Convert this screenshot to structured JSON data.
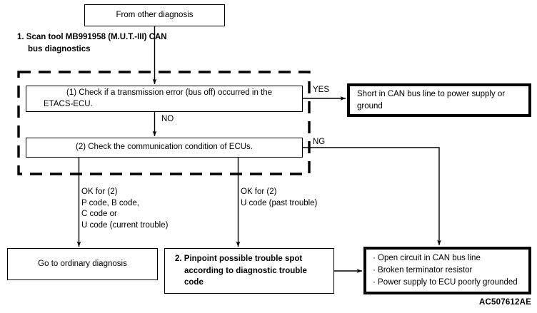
{
  "figure": {
    "code": "AC507612AE",
    "type": "flowchart",
    "title": "CAN bus diagnostic flow"
  },
  "nodes": {
    "from_other": "From other diagnosis",
    "heading_step1": "1. Scan tool MB991958 (M.U.T.-III) CAN bus diagnostics",
    "check1": "(1) Check if a transmission error (bus off) occurred in the ETACS-ECU.",
    "check2": "(2) Check the communication condition of ECUs.",
    "short_can": "Short in CAN bus line to power supply or ground",
    "ordinary": "Go to ordinary diagnosis",
    "pinpoint": "2. Pinpoint possible trouble spot according to diagnostic trouble code",
    "causes": "· Open circuit in CAN bus line\n· Broken terminator resistor\n· Power supply to ECU poorly grounded"
  },
  "edge_labels": {
    "yes": "YES",
    "no": "NO",
    "ng": "NG",
    "branch_left": "OK for (2)\nP code, B code,\nC code or\nU code (current trouble)",
    "branch_right": "OK for (2)\nU code (past trouble)"
  },
  "colors": {
    "background": "#ffffff",
    "line": "#000000",
    "text": "#000000"
  }
}
